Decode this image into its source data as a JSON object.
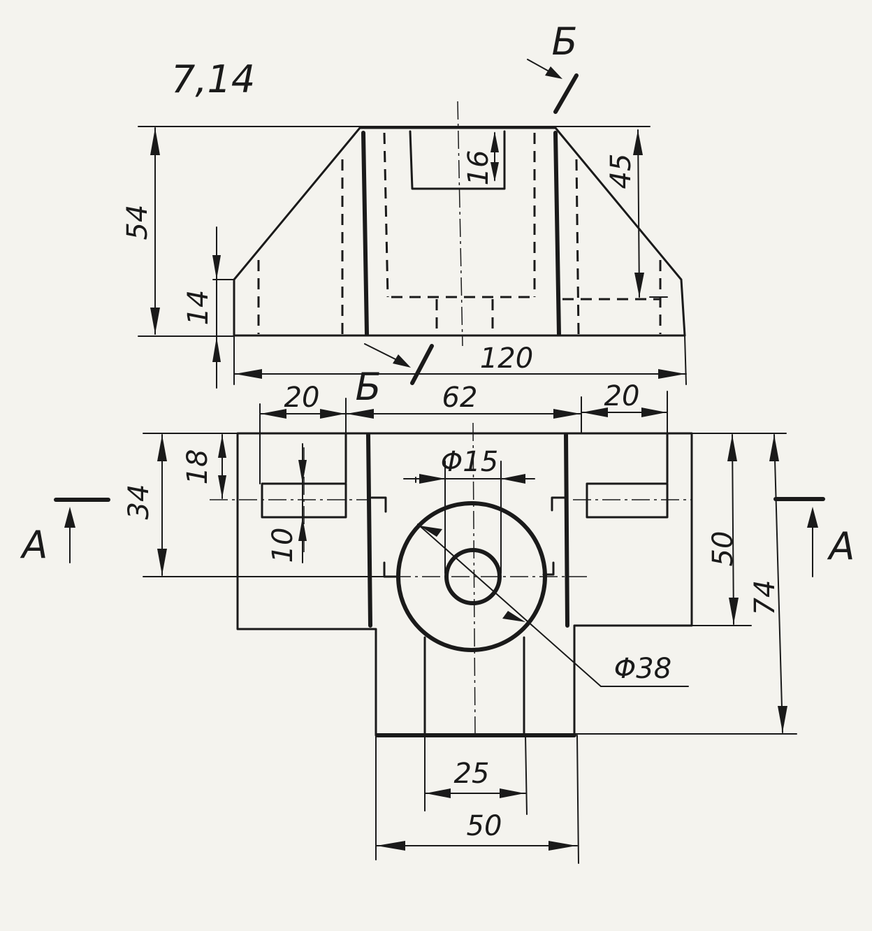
{
  "figure_number": "7,14",
  "section_labels": {
    "section_a_left": "А",
    "section_a_right": "А",
    "section_b_top": "Б",
    "section_b_bottom": "Б"
  },
  "dimensions": {
    "height_54": "54",
    "height_14": "14",
    "width_120": "120",
    "slot_16": "16",
    "chamfer_45": "45",
    "width_20_left": "20",
    "width_62": "62",
    "width_20_right": "20",
    "height_18": "18",
    "height_34": "34",
    "height_10": "10",
    "diameter_15": "Φ15",
    "diameter_38": "Φ38",
    "height_50": "50",
    "height_74": "74",
    "width_25": "25",
    "width_50": "50"
  }
}
